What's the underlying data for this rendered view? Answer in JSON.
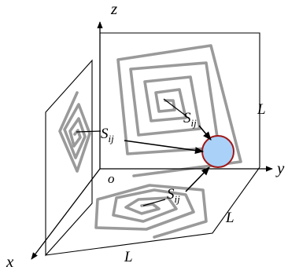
{
  "axes": {
    "x": "x",
    "y": "y",
    "z": "z",
    "origin": "o"
  },
  "labels": {
    "s_main": "S",
    "s_main_sub": "ij",
    "s_left": "S",
    "s_left_sub": "ij",
    "s_bottom": "S",
    "s_bottom_sub": "ij",
    "l_right": "L",
    "l_bottom_right": "L",
    "l_bottom": "L"
  },
  "colors": {
    "spiral": "#9a9a9a",
    "sphere_fill": "#aad2f8",
    "sphere_stroke": "#a01818",
    "line": "#000000"
  }
}
